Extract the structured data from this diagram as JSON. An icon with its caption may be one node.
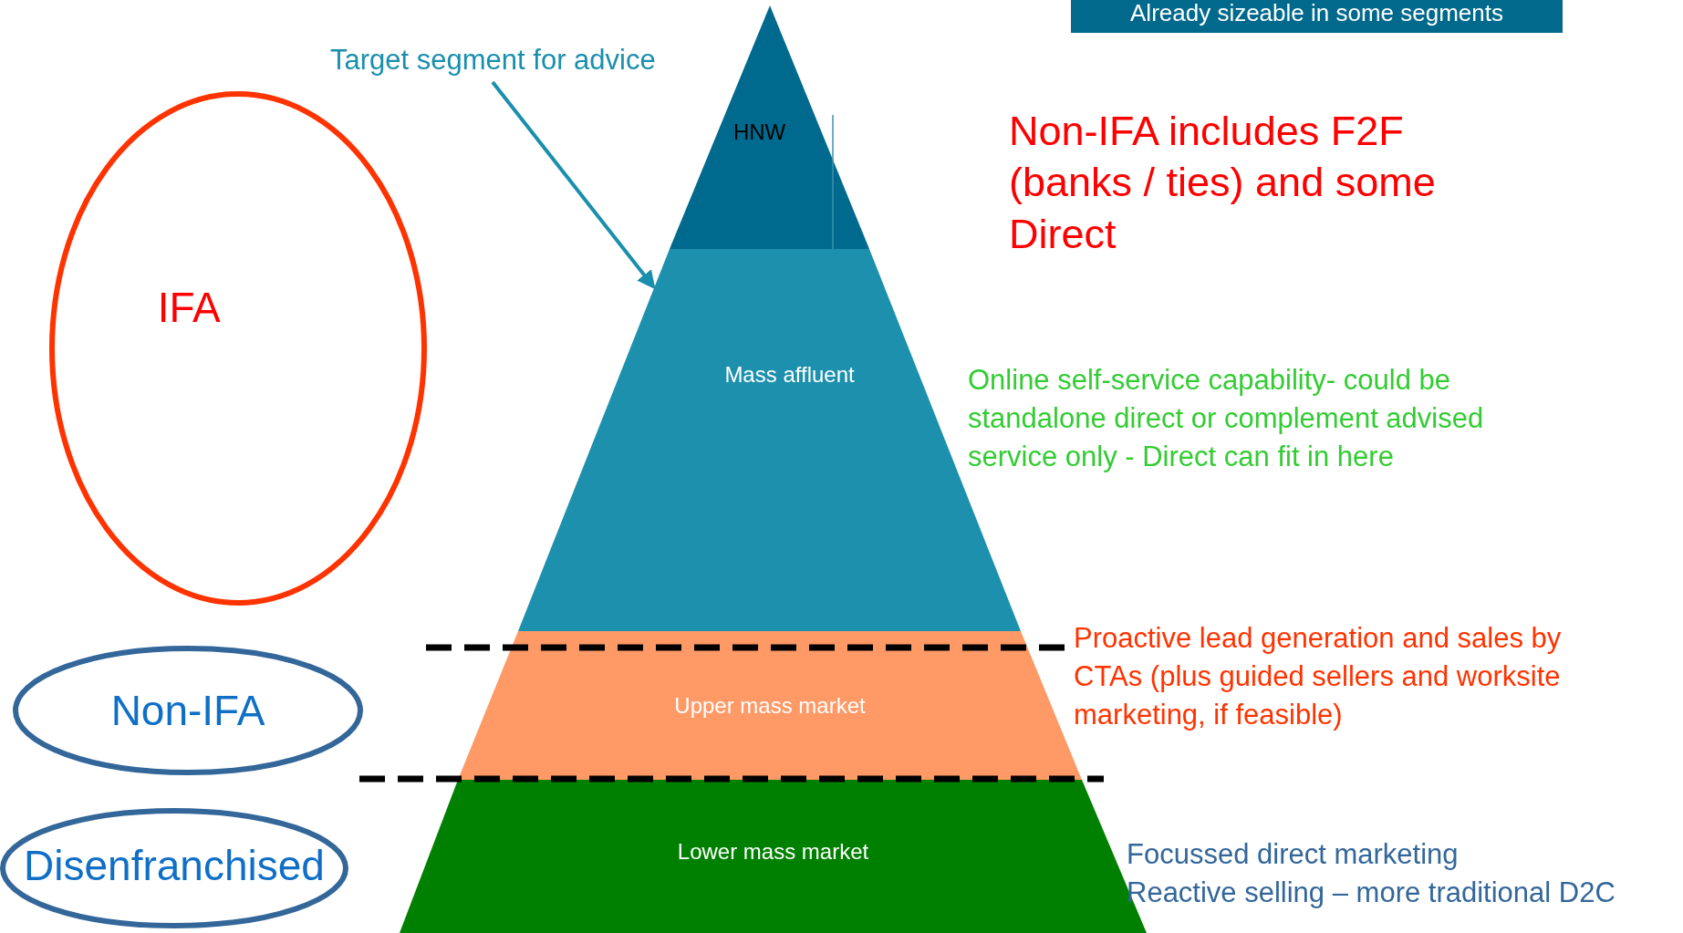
{
  "diagram": {
    "nodes": [
      {
        "text": [
          "Already sizeable in some segments"
        ]
      },
      {
        "text": [
          "Target segment for  advice"
        ]
      },
      {
        "text": [
          "IFA"
        ]
      },
      {
        "text": [
          "HNW"
        ]
      },
      {
        "text": [
          "Mass affluent"
        ]
      },
      {
        "text": [
          "Upper  mass market"
        ]
      },
      {
        "text": [
          "Non-IFA"
        ]
      },
      {
        "text": [
          "Lower mass market"
        ]
      },
      {
        "text": [
          "Disenfranchised"
        ]
      }
    ],
    "edges": [
      {
        "from": 1,
        "to": 4,
        "arrow": "to",
        "color": "#1a8fad"
      }
    ],
    "labels": [
      "Non-IFA includes F2F (banks / ties) and some Direct",
      "Online self-service capability- could be standalone direct or complement advised service only  - Direct can fit in here",
      "Proactive lead generation and sales by CTAs (plus guided sellers and worksite marketing, if feasible)",
      "Focussed direct marketing",
      "Reactive selling – more traditional D2C"
    ]
  }
}
